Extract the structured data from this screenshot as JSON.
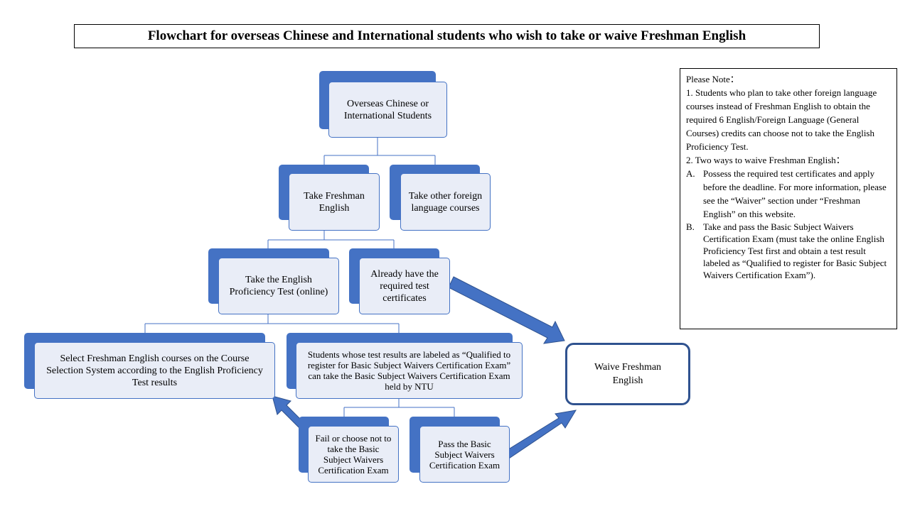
{
  "title": "Flowchart for overseas Chinese and International students who wish to take or waive Freshman English",
  "nodes": {
    "overseas": "Overseas Chinese or International Students",
    "take_freshman": "Take Freshman English",
    "take_other": "Take other foreign language courses",
    "proficiency_test": "Take the English Proficiency Test (online)",
    "already_have": "Already have the required test certificates",
    "select_courses": "Select Freshman English courses on the Course Selection System according to the English Proficiency Test results",
    "qualified": "Students whose test results are labeled as “Qualified to register for Basic Subject Waivers Certification Exam” can take the Basic Subject Waivers Certification Exam held by NTU",
    "fail": "Fail or choose not to take the Basic Subject Waivers Certification Exam",
    "pass": "Pass the Basic Subject Waivers Certification Exam",
    "waive": "Waive Freshman English"
  },
  "note": {
    "heading": "Please Note：",
    "item1": "1. Students who plan to take other foreign language courses instead of Freshman English to obtain the required 6 English/Foreign Language (General Courses) credits can choose not to take the English Proficiency Test.",
    "item2": "2. Two ways to waive Freshman English：",
    "a_marker": "A.",
    "a_text": "Possess the required test certificates and apply before the deadline. For more information, please see the “Waiver” section under “Freshman English” on this website.",
    "b_marker": "B.",
    "b_text": "Take and pass the Basic Subject Waivers Certification Exam (must take the online English Proficiency Test first and obtain a test result labeled as “Qualified to register for Basic Subject Waivers Certification Exam”)."
  },
  "colors": {
    "node_fill": "#4472c4",
    "node_front": "#e9edf7",
    "waive_border": "#2f528f",
    "arrow": "#4472c4"
  }
}
